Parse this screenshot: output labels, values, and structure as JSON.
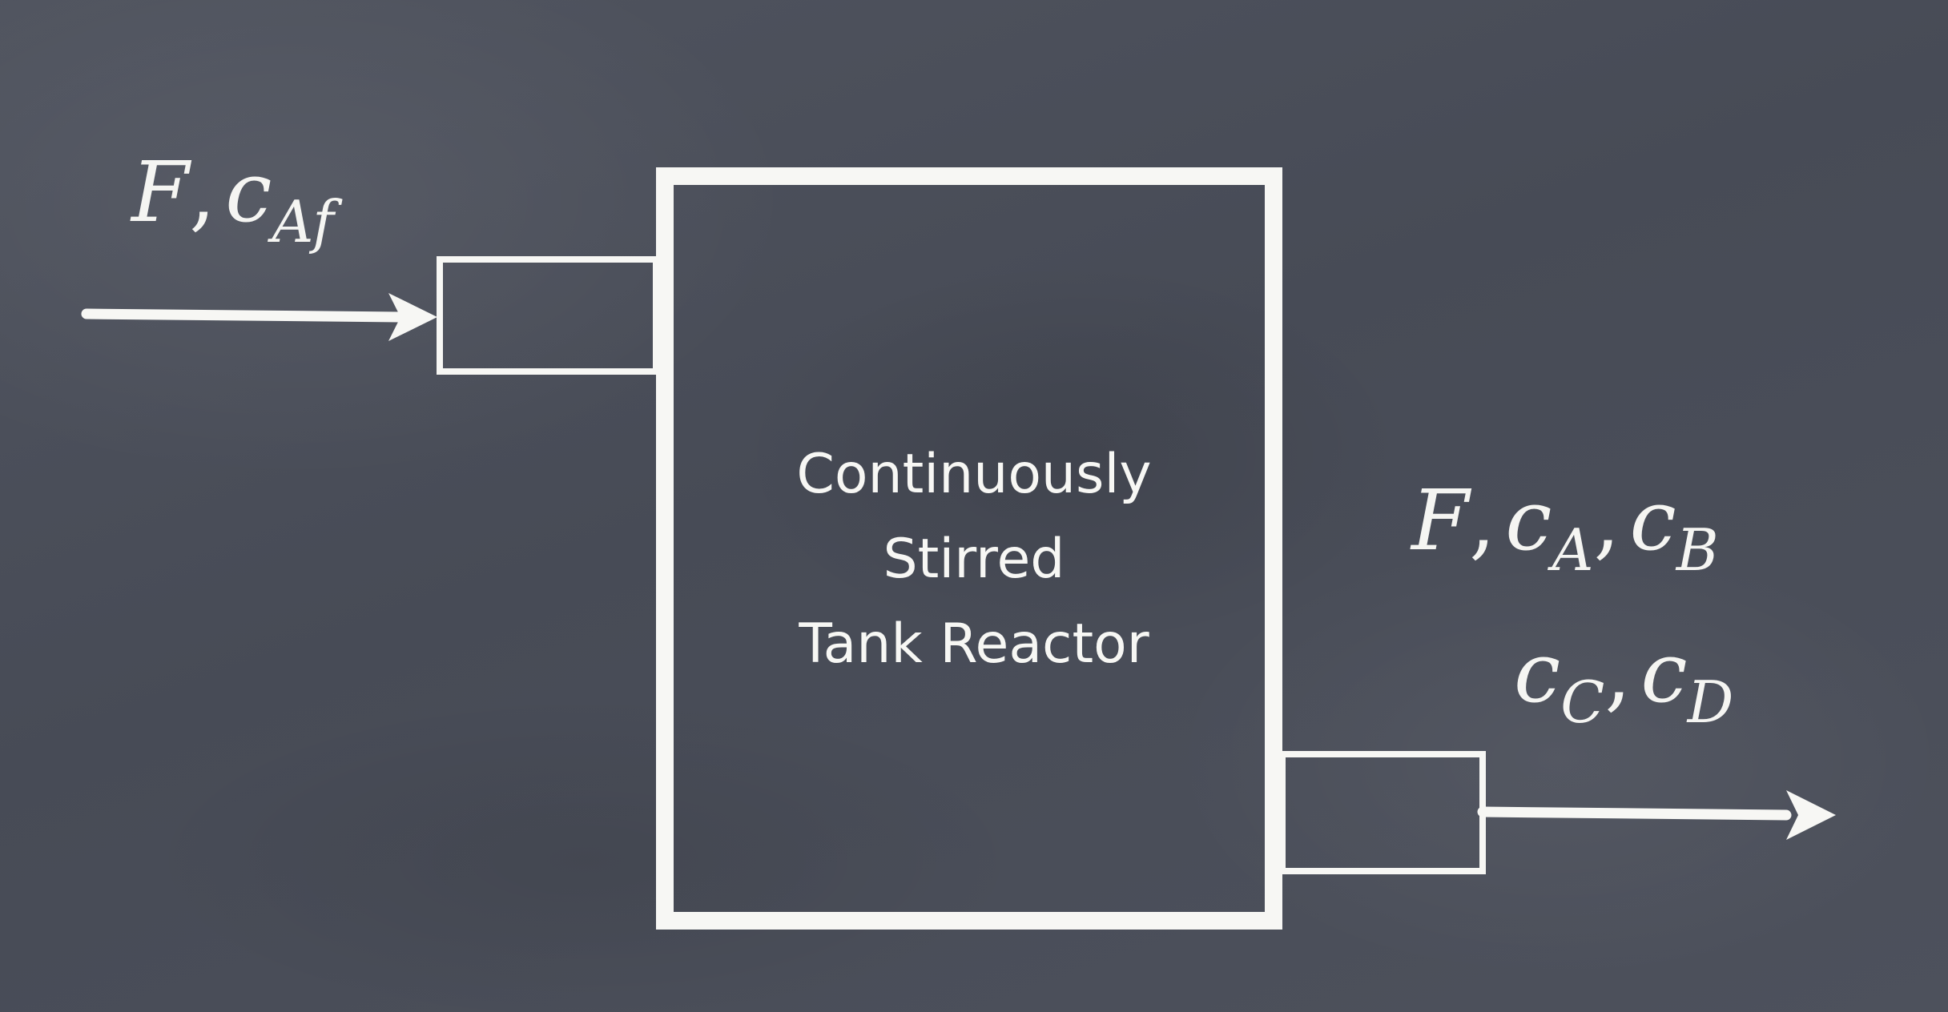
{
  "reactor": {
    "line1": "Continuously",
    "line2": "Stirred",
    "line3": "Tank Reactor"
  },
  "inlet": {
    "flow": "F",
    "sep": ",",
    "conc_base": "c",
    "conc_sub": "Af"
  },
  "outlet": {
    "row1": {
      "flow": "F",
      "sep1": ",",
      "c1_base": "c",
      "c1_sub": "A",
      "sep2": ",",
      "c2_base": "c",
      "c2_sub": "B"
    },
    "row2": {
      "c1_base": "c",
      "c1_sub": "C",
      "sep": ",",
      "c2_base": "c",
      "c2_sub": "D"
    }
  },
  "colors": {
    "board": "#4a4e59",
    "chalk": "#f7f7f4"
  }
}
